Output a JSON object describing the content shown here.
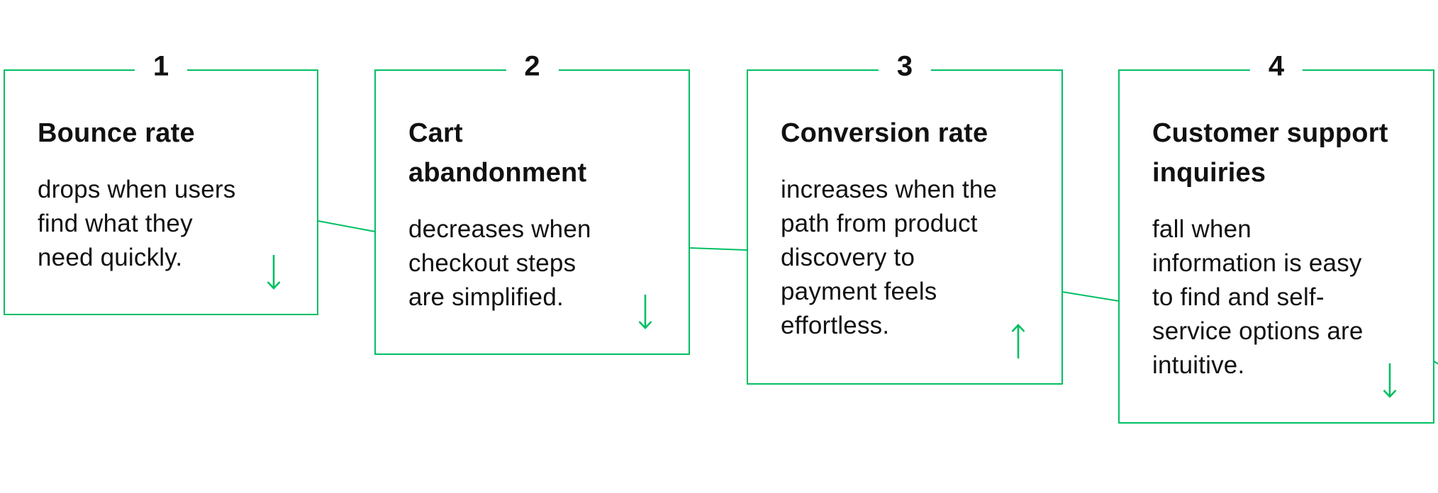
{
  "palette": {
    "accent_green": "#00BF63",
    "ink": "#111111",
    "background": "#FFFFFF"
  },
  "cards": [
    {
      "number": "1",
      "title": "Bounce rate",
      "description": "drops when users\nfind what they\nneed quickly.",
      "trend": "down",
      "trend_icon": "arrow-down-icon"
    },
    {
      "number": "2",
      "title": "Cart\nabandonment",
      "description": "decreases when\ncheckout steps\nare simplified.",
      "trend": "down",
      "trend_icon": "arrow-down-icon"
    },
    {
      "number": "3",
      "title": "Conversion rate",
      "description": "increases when the\npath from product\ndiscovery to\npayment feels\neffortless.",
      "trend": "up",
      "trend_icon": "arrow-up-icon"
    },
    {
      "number": "4",
      "title": "Customer support\ninquiries",
      "description": "fall when\ninformation is easy\nto find and self-\nservice options are\nintuitive.",
      "trend": "down",
      "trend_icon": "arrow-down-icon"
    }
  ]
}
